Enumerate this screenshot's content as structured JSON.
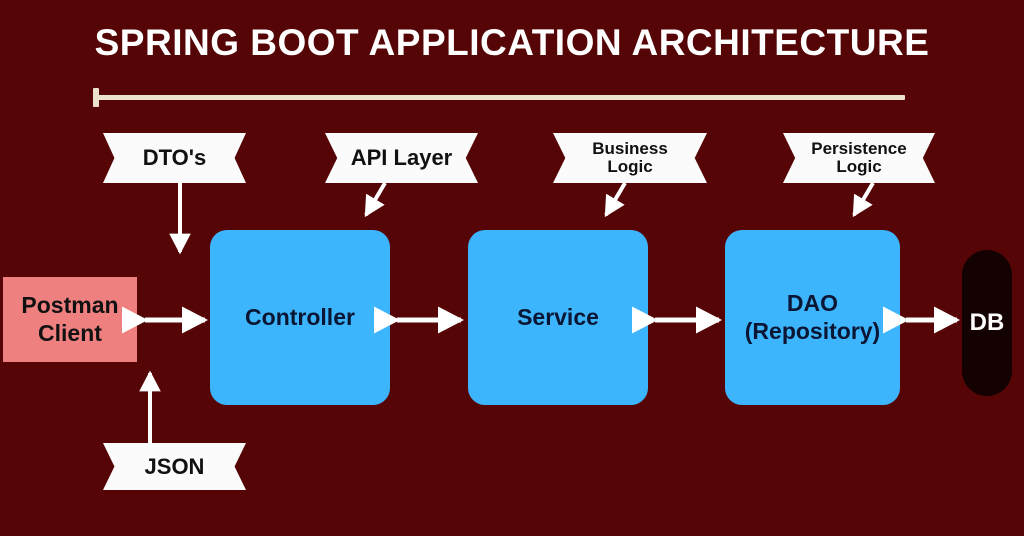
{
  "page": {
    "title": "SPRING BOOT APPLICATION ARCHITECTURE",
    "background_color": "#550505",
    "title_color": "#ffffff",
    "rule_color": "#ece3cf",
    "node_color": "#3db5fc",
    "node_text_color": "#0a1633",
    "client_color": "#ee8080",
    "db_color": "#140101",
    "banner_color": "#fbfbfb",
    "arrow_color": "#ffffff"
  },
  "banners": [
    {
      "id": "dtos",
      "label": "DTO's",
      "lines": [
        "DTO's"
      ],
      "arrow": "down-vertical"
    },
    {
      "id": "api-layer",
      "label": "API Layer",
      "lines": [
        "API Layer"
      ],
      "arrow": "down-diagonal"
    },
    {
      "id": "business",
      "label": "Business Logic",
      "lines": [
        "Business",
        "Logic"
      ],
      "arrow": "down-diagonal"
    },
    {
      "id": "persistence",
      "label": "Persistence Logic",
      "lines": [
        "Persistence",
        "Logic"
      ],
      "arrow": "down-diagonal"
    },
    {
      "id": "json",
      "label": "JSON",
      "lines": [
        "JSON"
      ],
      "arrow": "up-vertical"
    }
  ],
  "nodes": [
    {
      "id": "controller",
      "lines": [
        "Controller"
      ]
    },
    {
      "id": "service",
      "lines": [
        "Service"
      ]
    },
    {
      "id": "dao",
      "lines": [
        "DAO",
        "(Repository)"
      ]
    }
  ],
  "client": {
    "lines": [
      "Postman",
      "Client"
    ],
    "label": "Postman Client"
  },
  "database": {
    "label": "DB"
  },
  "connections": [
    {
      "from": "postman-client",
      "to": "controller",
      "kind": "bidirectional"
    },
    {
      "from": "controller",
      "to": "service",
      "kind": "bidirectional"
    },
    {
      "from": "service",
      "to": "dao",
      "kind": "bidirectional"
    },
    {
      "from": "dao",
      "to": "db",
      "kind": "bidirectional"
    }
  ]
}
